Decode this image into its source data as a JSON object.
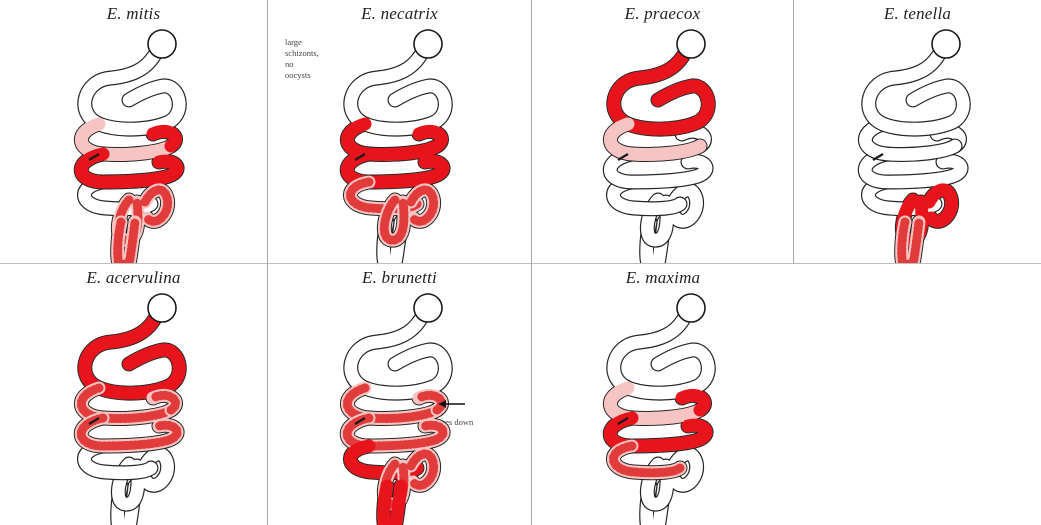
{
  "panels": [
    {
      "id": "mitis",
      "title": "E. mitis",
      "shade": {
        "duodenum": "none",
        "upper": "light",
        "middle": "red",
        "lower": "none",
        "ceca": "speckle",
        "rectum": "speckle"
      }
    },
    {
      "id": "necatrix",
      "title": "E. necatrix",
      "note_lines": [
        "large",
        "schizonts,",
        "no",
        "oocysts"
      ],
      "shade": {
        "duodenum": "none",
        "upper": "red",
        "middle": "red",
        "lower": "speckle",
        "ceca": "speckle",
        "rectum": "none"
      }
    },
    {
      "id": "praecox",
      "title": "E. praecox",
      "shade": {
        "duodenum": "red",
        "upper": "light",
        "middle": "none",
        "lower": "none",
        "ceca": "none",
        "rectum": "none"
      }
    },
    {
      "id": "tenella",
      "title": "E. tenella",
      "shade": {
        "duodenum": "none",
        "upper": "none",
        "middle": "none",
        "lower": "none",
        "ceca": "red",
        "rectum": "speckle"
      }
    },
    {
      "id": "acervulina",
      "title": "E. acervulina",
      "shade": {
        "duodenum": "red",
        "upper": "speckle",
        "middle": "speckle",
        "lower": "none",
        "ceca": "none",
        "rectum": "none"
      }
    },
    {
      "id": "brunetti",
      "title": "E. brunetti",
      "note_lines": [
        "moves down"
      ],
      "shade": {
        "duodenum": "none",
        "upper": "speckle",
        "middle": "speckle",
        "lower": "red",
        "ceca": "speckle",
        "rectum": "red"
      }
    },
    {
      "id": "maxima",
      "title": "E. maxima",
      "shade": {
        "duodenum": "none",
        "upper": "light",
        "middle": "red",
        "lower": "speckle",
        "ceca": "none",
        "rectum": "none"
      }
    }
  ],
  "colors": {
    "lesion_red": "#e8141c",
    "light_pink": "#f6c4c2",
    "speckle": "#e23b3b",
    "outline": "#1a1a1a",
    "frame": "#b5b5b5"
  }
}
